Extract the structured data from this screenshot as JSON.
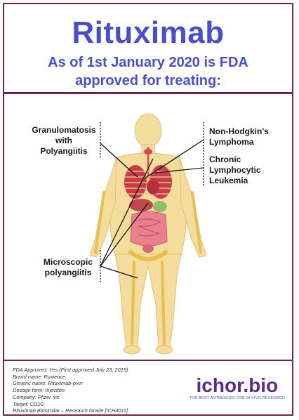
{
  "header": {
    "title": "Rituximab",
    "subtitle_line1": "As of 1st January 2020 is FDA",
    "subtitle_line2": "approved for treating:"
  },
  "diagram": {
    "labels": {
      "granulomatosis_1": "Granulomatosis",
      "granulomatosis_2": "with",
      "granulomatosis_3": "Polyangiitis",
      "nhl_1": "Non-Hodgkin's",
      "nhl_2": "Lymphoma",
      "cll_1": "Chronic",
      "cll_2": "Lymphocytic",
      "cll_3": "Leukemia",
      "mpa_1": "Microscopic",
      "mpa_2": "polyangiitis"
    },
    "colors": {
      "body": "#f0d898",
      "skeleton": "#e8c45a",
      "organs": "#d4405a",
      "intestine": "#e87a8a",
      "lines": "#111111"
    }
  },
  "footer": {
    "info": [
      "FDA Approved: Yes (First approved July 23, 2019)",
      "Brand name: Ruxience",
      "Generic name: Rituximab-pvvr",
      "Dosage form: Injection",
      "Company: Pfizer Inc.",
      "Target: CD20",
      "Rituximab Biosimilar – Research Grade [ICH4011]"
    ],
    "logo": "ichor.bio",
    "tagline": "THE BEST ANTIBODIES FOR IN VIVO RESEARCH"
  }
}
